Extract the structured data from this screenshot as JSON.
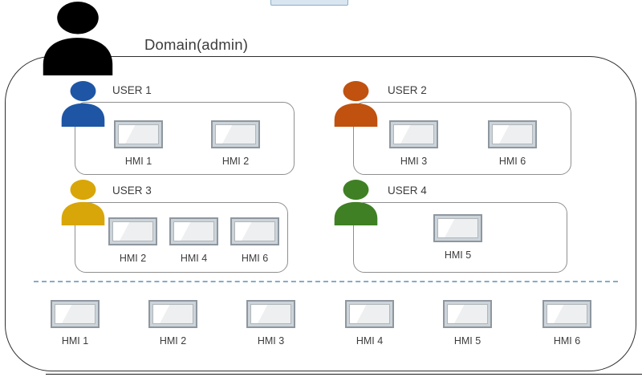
{
  "domain": {
    "label": "Domain(admin)",
    "admin_color": "#000000"
  },
  "cropped_element": {
    "fill": "#d9e6f1",
    "border": "#8cadc8"
  },
  "groups": [
    {
      "user": "USER 1",
      "color": "#1E56A5",
      "hmis": [
        "HMI 1",
        "HMI 2"
      ]
    },
    {
      "user": "USER 2",
      "color": "#C0510F",
      "hmis": [
        "HMI 3",
        "HMI 6"
      ]
    },
    {
      "user": "USER 3",
      "color": "#D8A608",
      "hmis": [
        "HMI 2",
        "HMI 4",
        "HMI 6"
      ]
    },
    {
      "user": "USER 4",
      "color": "#3F8024",
      "hmis": [
        "HMI 5"
      ]
    }
  ],
  "pool": {
    "hmis": [
      "HMI 1",
      "HMI 2",
      "HMI 3",
      "HMI 4",
      "HMI 5",
      "HMI 6"
    ]
  }
}
